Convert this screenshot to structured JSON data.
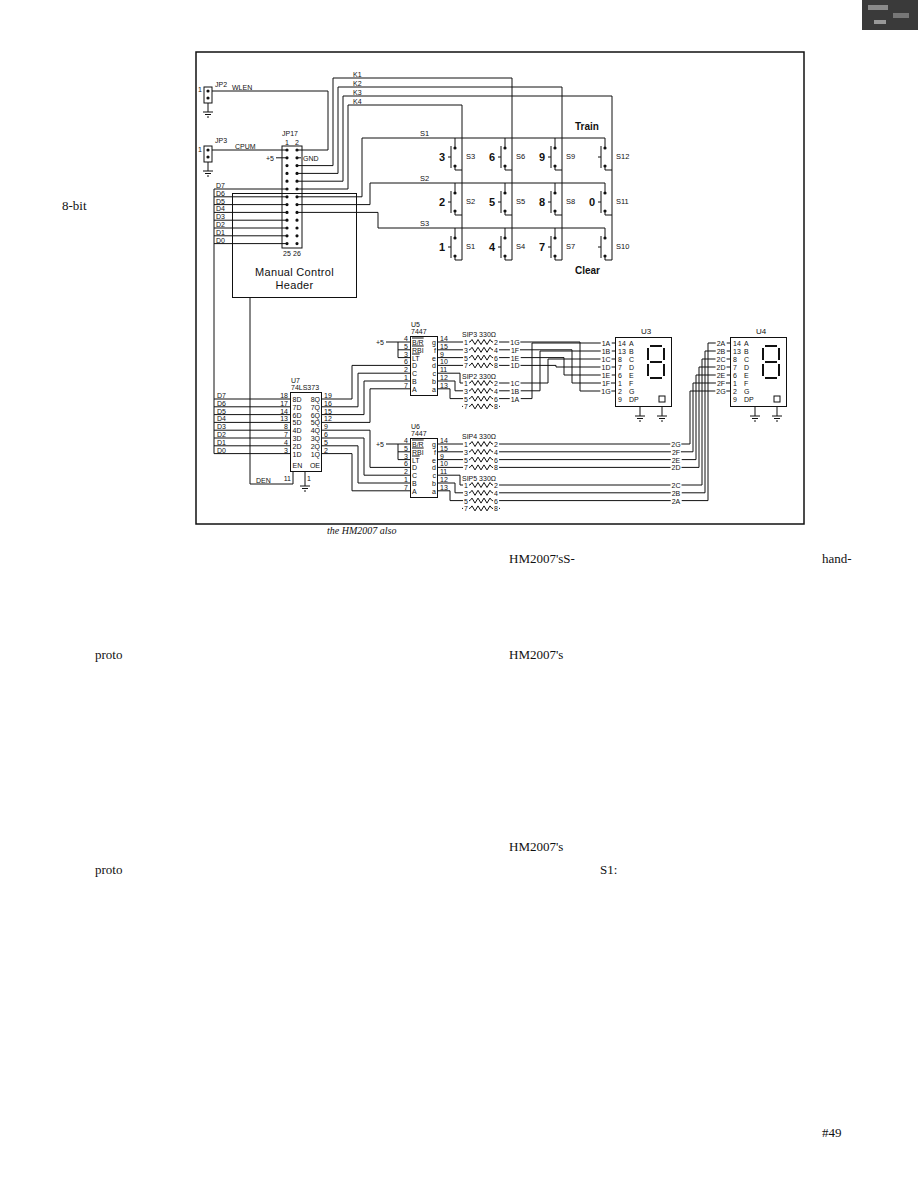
{
  "diagram": {
    "nodes": [
      {
        "text": [
          "Manual Control Header"
        ]
      },
      {
        "text": [
          "U7 74LS373"
        ]
      },
      {
        "text": [
          "U5 7447"
        ]
      },
      {
        "text": [
          "U6 7447"
        ]
      },
      {
        "text": [
          "U3"
        ]
      },
      {
        "text": [
          "U4"
        ]
      }
    ],
    "edges": [
      {
        "from": 0,
        "to": 1,
        "arrow": "none"
      },
      {
        "from": 1,
        "to": 2,
        "arrow": "none"
      },
      {
        "from": 1,
        "to": 3,
        "arrow": "none"
      }
    ],
    "labels": [
      "JP2",
      "1",
      "WLEN",
      "JP3",
      "1",
      "CPUM",
      "JP17",
      "1",
      "2",
      "+5",
      "GND",
      "K1",
      "K2",
      "K3",
      "K4",
      "S1",
      "S2",
      "S3",
      "Train",
      "3",
      "6",
      "9",
      "S3",
      "S6",
      "S9",
      "S12",
      "2",
      "5",
      "8",
      "0",
      "S2",
      "S5",
      "S8",
      "S11",
      "1",
      "4",
      "7",
      "S1",
      "S4",
      "S7",
      "S10",
      "Clear",
      "D7",
      "D6",
      "D5",
      "D4",
      "D3",
      "D2",
      "D1",
      "D0",
      "25",
      "26",
      "8-bit",
      "D7",
      "D6",
      "D5",
      "D4",
      "D3",
      "D2",
      "D1",
      "D0",
      "DEN",
      "18",
      "17",
      "14",
      "13",
      "8",
      "7",
      "4",
      "3",
      "8D",
      "7D",
      "6D",
      "5D",
      "4D",
      "3D",
      "2D",
      "1D",
      "8Q",
      "7Q",
      "6Q",
      "5Q",
      "4Q",
      "3Q",
      "2Q",
      "1Q",
      "19",
      "16",
      "15",
      "12",
      "9",
      "6",
      "5",
      "2",
      "EN",
      "OE",
      "11",
      "1",
      "+5",
      "4",
      "5",
      "3",
      "6",
      "2",
      "1",
      "7",
      "B/R",
      "RBI",
      "LT",
      "D",
      "C",
      "B",
      "A",
      "g",
      "f",
      "e",
      "d",
      "c",
      "b",
      "a",
      "14",
      "15",
      "9",
      "10",
      "11",
      "12",
      "13",
      "+5",
      "4",
      "5",
      "3",
      "6",
      "2",
      "1",
      "7",
      "B/R",
      "RBI",
      "LT",
      "D",
      "C",
      "B",
      "A",
      "g",
      "f",
      "e",
      "d",
      "c",
      "b",
      "a",
      "14",
      "15",
      "9",
      "10",
      "11",
      "12",
      "13",
      "SIP3 330Ω",
      "1",
      "3",
      "5",
      "7",
      "2",
      "4",
      "6",
      "8",
      "1G",
      "1F",
      "1E",
      "1D",
      "SIP2 330Ω",
      "1",
      "3",
      "5",
      "7",
      "2",
      "4",
      "6",
      "8",
      "1C",
      "1B",
      "1A",
      "SIP4 330Ω",
      "1",
      "3",
      "5",
      "7",
      "2",
      "4",
      "6",
      "8",
      "2G",
      "2F",
      "2E",
      "2D",
      "SIP5 330Ω",
      "1",
      "3",
      "5",
      "7",
      "2",
      "4",
      "6",
      "8",
      "2C",
      "2B",
      "2A",
      "1A",
      "1B",
      "1C",
      "1D",
      "1E",
      "1F",
      "1G",
      "14",
      "13",
      "8",
      "7",
      "6",
      "1",
      "2",
      "9",
      "A",
      "B",
      "C",
      "D",
      "E",
      "F",
      "G",
      "DP",
      "2A",
      "2B",
      "2C",
      "2D",
      "2E",
      "2F",
      "2G",
      "14",
      "13",
      "8",
      "7",
      "6",
      "1",
      "2",
      "9",
      "A",
      "B",
      "C",
      "D",
      "E",
      "F",
      "G",
      "DP",
      "the HM2007 also",
      "HM2007'sS-",
      "hand-",
      "proto",
      "HM2007's",
      "HM2007's",
      "proto",
      "S1:",
      "#49"
    ]
  }
}
